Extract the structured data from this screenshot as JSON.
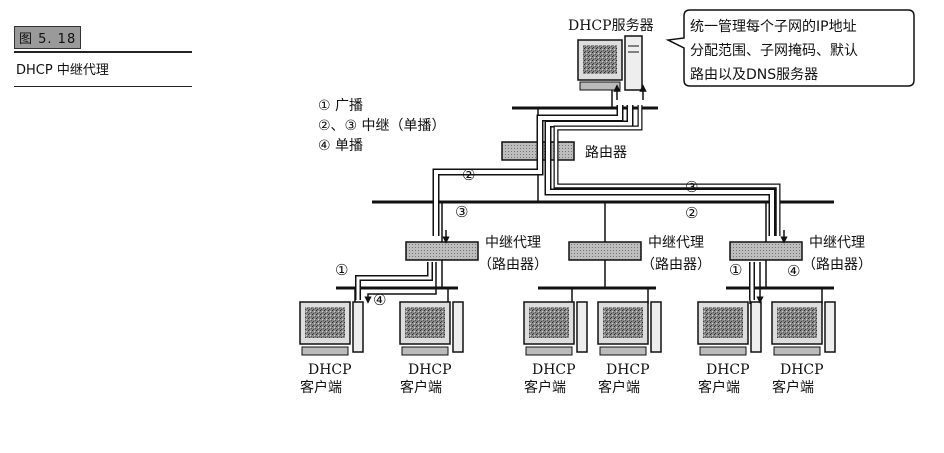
{
  "figure": {
    "number": "图 5. 18",
    "title": "DHCP 中继代理"
  },
  "legend": {
    "line1": "① 广播",
    "line2": "②、③ 中继（单播）",
    "line3": "④ 单播"
  },
  "server": {
    "label": "DHCP服务器",
    "callout_line1": "统一管理每个子网的IP地址",
    "callout_line2": "分配范围、子网掩码、默认",
    "callout_line3": "路由以及DNS服务器"
  },
  "router": {
    "label": "路由器"
  },
  "relays": [
    {
      "line1": "中继代理",
      "line2": "（路由器）"
    },
    {
      "line1": "中继代理",
      "line2": "（路由器）"
    },
    {
      "line1": "中继代理",
      "line2": "（路由器）"
    }
  ],
  "client": {
    "line1": "DHCP",
    "line2": "客户端"
  },
  "markers": {
    "m1": "①",
    "m2": "②",
    "m3": "③",
    "m4": "④"
  }
}
